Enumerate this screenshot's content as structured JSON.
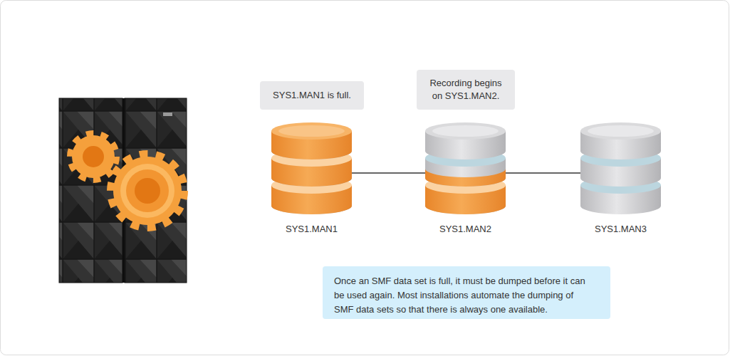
{
  "diagram": {
    "nodes": [
      {
        "text": [
          "SYS1.MAN1 is full."
        ]
      },
      {
        "text": [
          "Recording begins on SYS1.MAN2."
        ]
      },
      {
        "text": [
          "SYS1.MAN1"
        ]
      },
      {
        "text": [
          "SYS1.MAN2"
        ]
      },
      {
        "text": [
          "SYS1.MAN3"
        ]
      },
      {
        "text": [
          "Once an SMF data set is full, it must be dumped before it can be used again. Most installations automate the dumping of SMF data sets so that there is always one available."
        ]
      }
    ],
    "edges": [
      {
        "from": 2,
        "to": 3,
        "arrow": "none"
      },
      {
        "from": 3,
        "to": 4,
        "arrow": "none"
      }
    ]
  }
}
